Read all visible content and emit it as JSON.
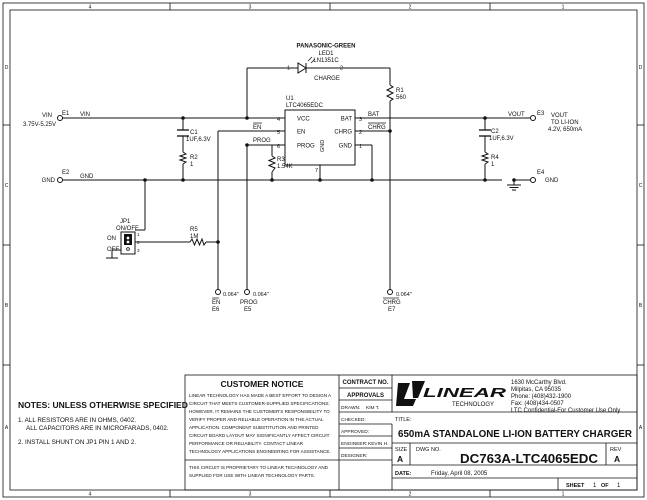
{
  "frame": {
    "row_labels": [
      "D",
      "C",
      "B",
      "A"
    ],
    "col_labels": [
      "4",
      "3",
      "2",
      "1"
    ]
  },
  "components": {
    "led": {
      "mfr": "PANASONIC-GREEN",
      "ref": "LED1",
      "part": "LN1351C",
      "pin1": "1",
      "pin2": "2",
      "label": "CHARGE"
    },
    "r1": {
      "ref": "R1",
      "value": "560"
    },
    "u1": {
      "ref": "U1",
      "part": "LTC4065EDC",
      "pin_vcc": "VCC",
      "pin_en": "EN",
      "pin_prog": "PROG",
      "pin_bat": "BAT",
      "pin_chrg": "CHRG",
      "pin_gnd": "GND",
      "pin_gnd_vert": "GND",
      "n4": "4",
      "n5": "5",
      "n6": "6",
      "n3": "3",
      "n2": "2",
      "n1": "1",
      "n7": "7"
    },
    "c1": {
      "ref": "C1",
      "value": "1UF,6.3V"
    },
    "r2": {
      "ref": "R2",
      "value": "1"
    },
    "r3": {
      "ref": "R3",
      "value": "1.54K"
    },
    "c2": {
      "ref": "C2",
      "value": "1UF,6.3V"
    },
    "r4": {
      "ref": "R4",
      "value": "1"
    },
    "r5": {
      "ref": "R5",
      "value": "1M"
    },
    "jp1": {
      "ref": "JP1",
      "label": "ON/OFF",
      "on": "ON",
      "off": "OFF",
      "p1": "1",
      "p2": "2",
      "p3": "3"
    }
  },
  "nets": {
    "vin": "VIN",
    "vout": "VOUT",
    "gnd": "GND",
    "en": "EN",
    "prog": "PROG",
    "bat": "BAT",
    "chrg": "CHRG"
  },
  "terminals": {
    "e1": {
      "ref": "E1",
      "name": "VIN",
      "range": "3.75V-5.25V"
    },
    "e2": {
      "ref": "E2",
      "name": "GND"
    },
    "e3": {
      "ref": "E3",
      "name": "VOUT",
      "sub1": "TO LI-ION",
      "sub2": "4.2V, 650mA"
    },
    "e4": {
      "ref": "E4",
      "name": "GND"
    },
    "e5": {
      "ref": "E5",
      "name": "PROG",
      "dia": "0.064\""
    },
    "e6": {
      "ref": "E6",
      "name": "EN",
      "dia": "0.064\""
    },
    "e7": {
      "ref": "E7",
      "name": "CHRG",
      "dia": "0.064\""
    }
  },
  "notes": {
    "title": "NOTES:  UNLESS OTHERWISE SPECIFIED",
    "n1a": "1.  ALL RESISTORS ARE IN OHMS, 0402.",
    "n1b": "ALL CAPACITORS ARE IN MICROFARADS, 0402.",
    "n2": "2.  INSTALL SHUNT ON JP1 PIN 1 AND 2."
  },
  "customer_notice": {
    "title": "CUSTOMER NOTICE",
    "lines": [
      "LINEAR TECHNOLOGY HAS MADE A BEST EFFORT TO DESIGN A",
      "CIRCUIT THAT MEETS CUSTOMER-SUPPLIED SPECIFICATIONS;",
      "HOWEVER, IT REMAINS THE CUSTOMER'S RESPONSIBILITY TO",
      "VERIFY PROPER AND RELIABLE OPERATION IN THE ACTUAL",
      "APPLICATION.  COMPONENT SUBSTITUTION AND PRINTED",
      "CIRCUIT BOARD LAYOUT MAY SIGNIFICANTLY AFFECT CIRCUIT",
      "PERFORMANCE OR RELIABILITY.  CONTACT LINEAR",
      "TECHNOLOGY APPLICATIONS ENGINEERING FOR ASSISTANCE."
    ],
    "prop1": "THIS CIRCUIT IS PROPRIETARY TO LINEAR TECHNOLOGY AND",
    "prop2": "SUPPLIED FOR USE WITH LINEAR TECHNOLOGY PARTS."
  },
  "approvals": {
    "contract_no": "CONTRACT NO.",
    "approvals": "APPROVALS",
    "drawn": "DRAWN:",
    "drawn_by": "KIM T.",
    "checked": "CHECKED:",
    "approved": "APPROVED:",
    "engineer": "ENGINEER:",
    "engineer_name": "KEVIN H.",
    "designer": "DESIGNER:"
  },
  "company": {
    "logo": "LINEAR",
    "logo_sub": "TECHNOLOGY",
    "addr1": "1630 McCarthy Blvd.",
    "addr2": "Milpitas, CA 95035",
    "phone": "Phone: (408)432-1900",
    "fax": "Fax: (408)434-0507",
    "confidential": "LTC Confidential-For Customer Use Only"
  },
  "title_block": {
    "title_label": "TITLE:",
    "title": "650mA STANDALONE LI-ION BATTERY CHARGER",
    "size_label": "SIZE",
    "size": "A",
    "dwg_label": "DWG NO.",
    "dwg": "DC763A-LTC4065EDC",
    "rev_label": "REV",
    "rev": "A",
    "date_label": "DATE:",
    "date": "Friday, April 08, 2005",
    "sheet_label": "SHEET",
    "sheet": "1",
    "of_label": "OF",
    "of": "1"
  }
}
